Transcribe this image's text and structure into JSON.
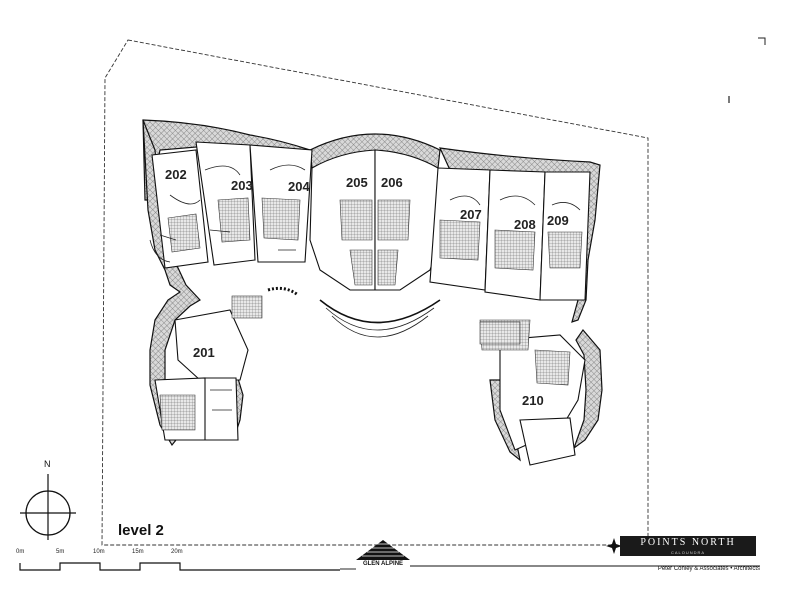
{
  "level_title": "level 2",
  "units": [
    "202",
    "203",
    "204",
    "205",
    "206",
    "207",
    "208",
    "209",
    "201",
    "210"
  ],
  "compass": {
    "north_label": "N"
  },
  "scale_bar": {
    "labels": [
      "0m",
      "5m",
      "10m",
      "15m",
      "20m"
    ]
  },
  "developer_logo": "GLEN ALPINE",
  "brand": {
    "name": "POINTS NORTH",
    "sub": "CALOUNDRA"
  },
  "architect": "Peter Conley & Associates • Architects"
}
